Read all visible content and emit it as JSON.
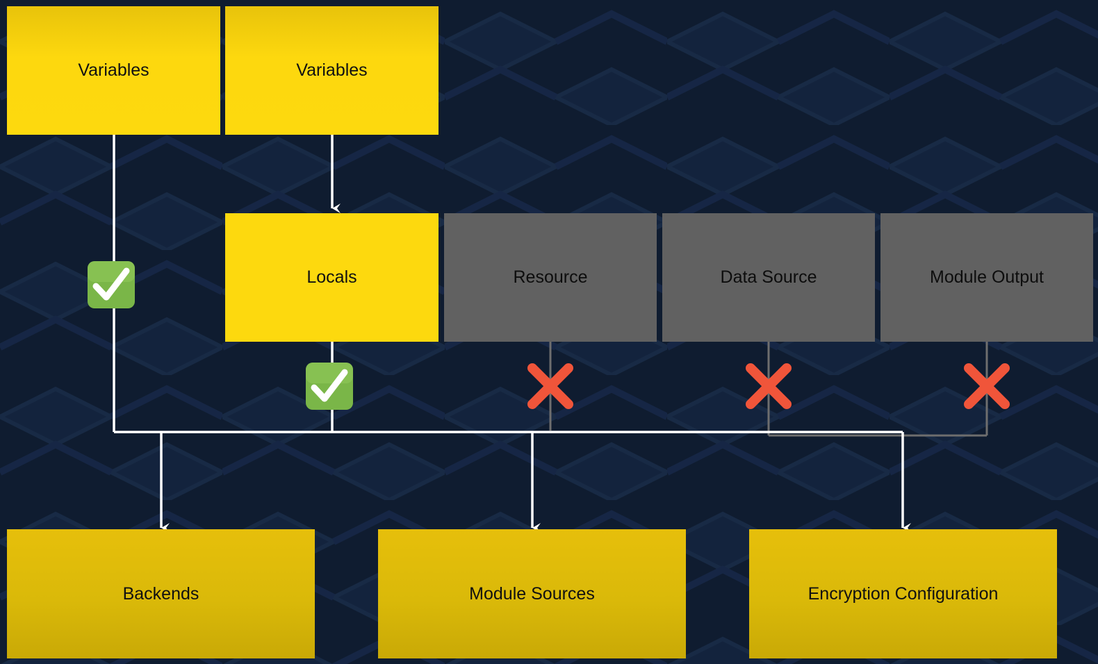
{
  "diagram": {
    "nodes": {
      "variables_1": "Variables",
      "variables_2": "Variables",
      "locals": "Locals",
      "resource": "Resource",
      "data_source": "Data Source",
      "module_output": "Module Output",
      "backends": "Backends",
      "module_sources": "Module Sources",
      "encryption_configuration": "Encryption Configuration"
    },
    "allowed_marks": [
      "check-mark",
      "check-mark"
    ],
    "disallowed_marks": [
      "cross-mark",
      "cross-mark",
      "cross-mark"
    ],
    "colors": {
      "background": "#0f1c30",
      "allowed_node": "#fdd90e",
      "disallowed_node": "#616161",
      "allowed_line": "#ffffff",
      "disallowed_line": "#6e6e6e",
      "check": "#7ab648",
      "cross": "#f0553a"
    }
  }
}
